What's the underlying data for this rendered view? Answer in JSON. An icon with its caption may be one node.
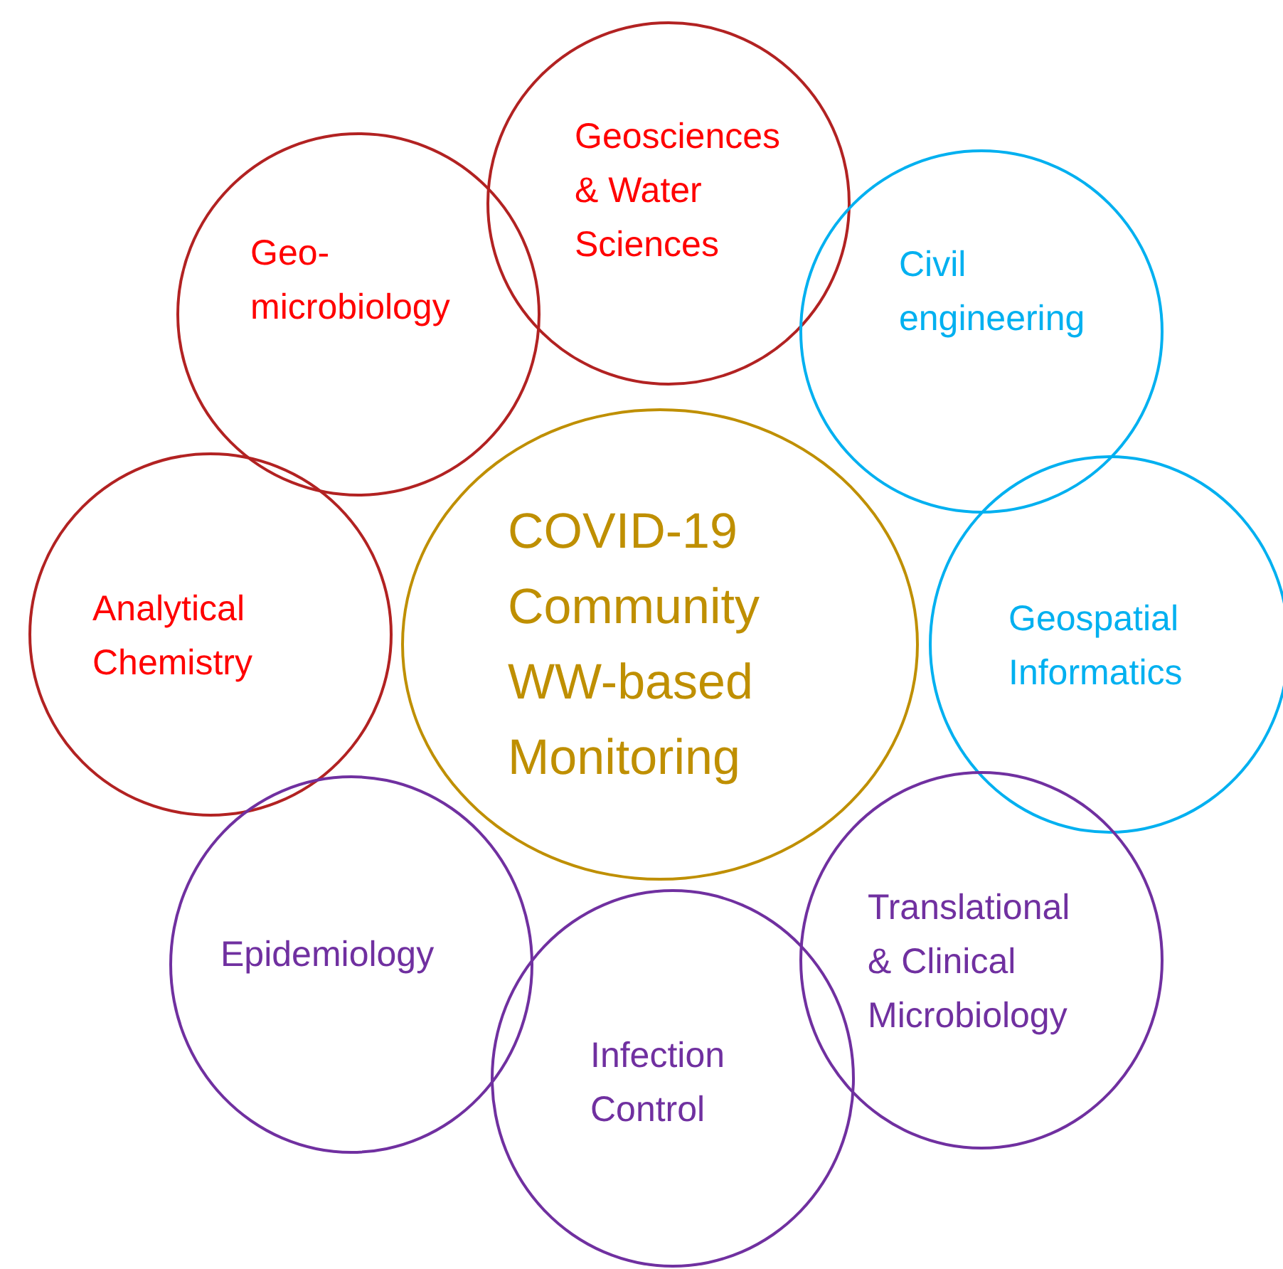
{
  "diagram": {
    "nodes": [
      {
        "text": [
          "Geosciences & Water Sciences"
        ]
      },
      {
        "text": [
          "Geo-microbiology"
        ]
      },
      {
        "text": [
          "Civil engineering"
        ]
      },
      {
        "text": [
          "Analytical Chemistry"
        ]
      },
      {
        "text": [
          "COVID-19 Community WW-based Monitoring"
        ]
      },
      {
        "text": [
          "Geospatial Informatics"
        ]
      },
      {
        "text": [
          "Epidemiology"
        ]
      },
      {
        "text": [
          "Translational & Clinical Microbiology"
        ]
      },
      {
        "text": [
          "Infection Control"
        ]
      }
    ]
  }
}
